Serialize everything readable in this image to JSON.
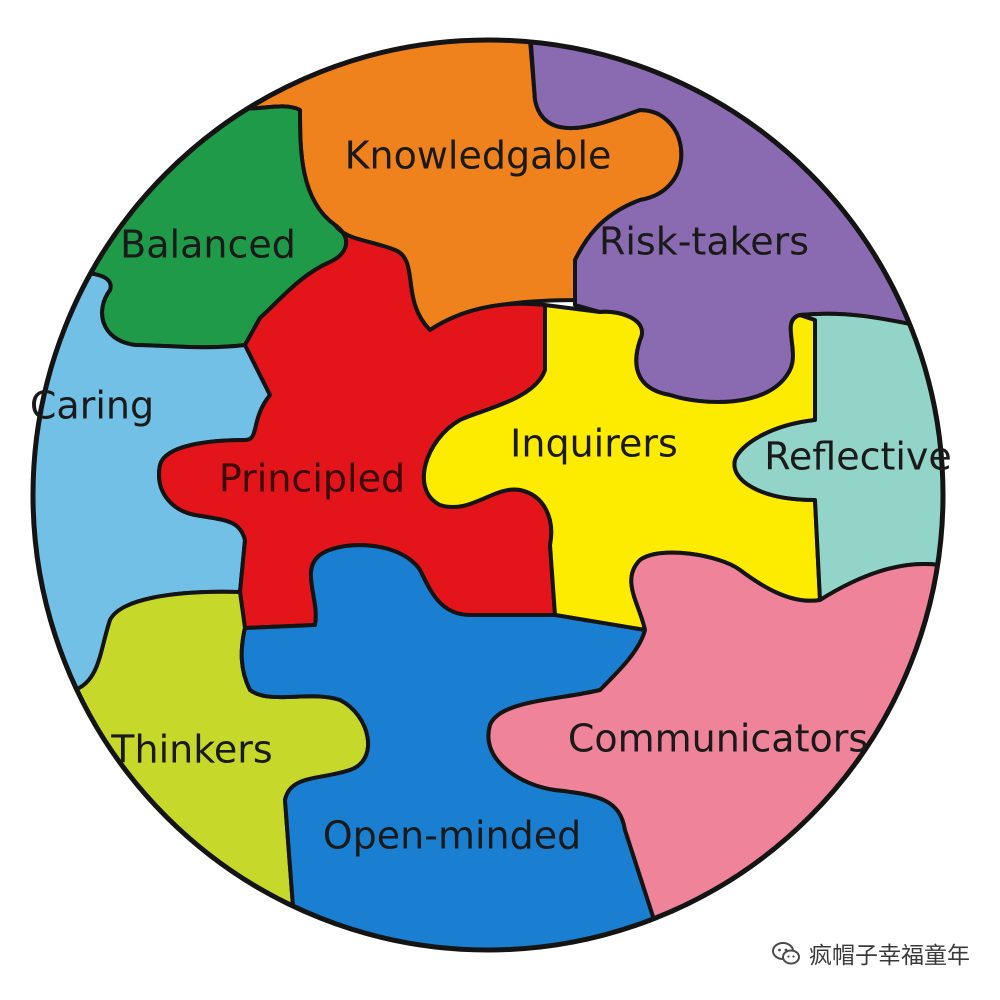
{
  "pieces": {
    "knowledgable": {
      "label": "Knowledgable",
      "color": "#F0821E"
    },
    "risk_takers": {
      "label": "Risk-takers",
      "color": "#8A6AB0"
    },
    "balanced": {
      "label": "Balanced",
      "color": "#1F9A48"
    },
    "caring": {
      "label": "Caring",
      "color": "#73C0E6"
    },
    "principled": {
      "label": "Principled",
      "color": "#E4141B"
    },
    "inquirers": {
      "label": "Inquirers",
      "color": "#FDEB00"
    },
    "reflective": {
      "label": "Reflective",
      "color": "#93D4C8"
    },
    "thinkers": {
      "label": "Thinkers",
      "color": "#C6D92A"
    },
    "open_minded": {
      "label": "Open-minded",
      "color": "#1A7FD0"
    },
    "communicators": {
      "label": "Communicators",
      "color": "#EF8399"
    }
  },
  "watermark": {
    "text": "疯帽子幸福童年",
    "icon": "wechat-icon"
  }
}
